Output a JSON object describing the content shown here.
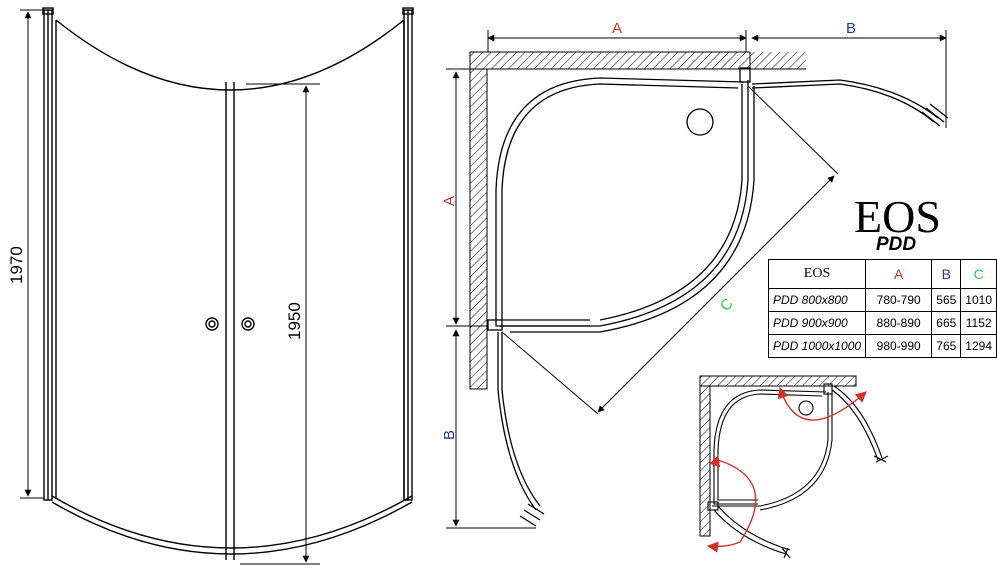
{
  "product": {
    "title": "EOS",
    "subtitle": "PDD"
  },
  "dimensions": {
    "total_height": "1970",
    "door_height": "1950",
    "label_a": "A",
    "label_b": "B",
    "label_c": "C"
  },
  "colors": {
    "label_a": "#c0392b",
    "label_b": "#1f3a93",
    "label_c": "#2ecc40",
    "arrow": "#d0322b"
  },
  "spec_table": {
    "headers": [
      "EOS",
      "A",
      "B",
      "C"
    ],
    "rows": [
      {
        "model": "PDD 800x800",
        "a": "780-790",
        "b": "565",
        "c": "1010"
      },
      {
        "model": "PDD 900x900",
        "a": "880-890",
        "b": "665",
        "c": "1152"
      },
      {
        "model": "PDD 1000x1000",
        "a": "980-990",
        "b": "765",
        "c": "1294"
      }
    ]
  }
}
